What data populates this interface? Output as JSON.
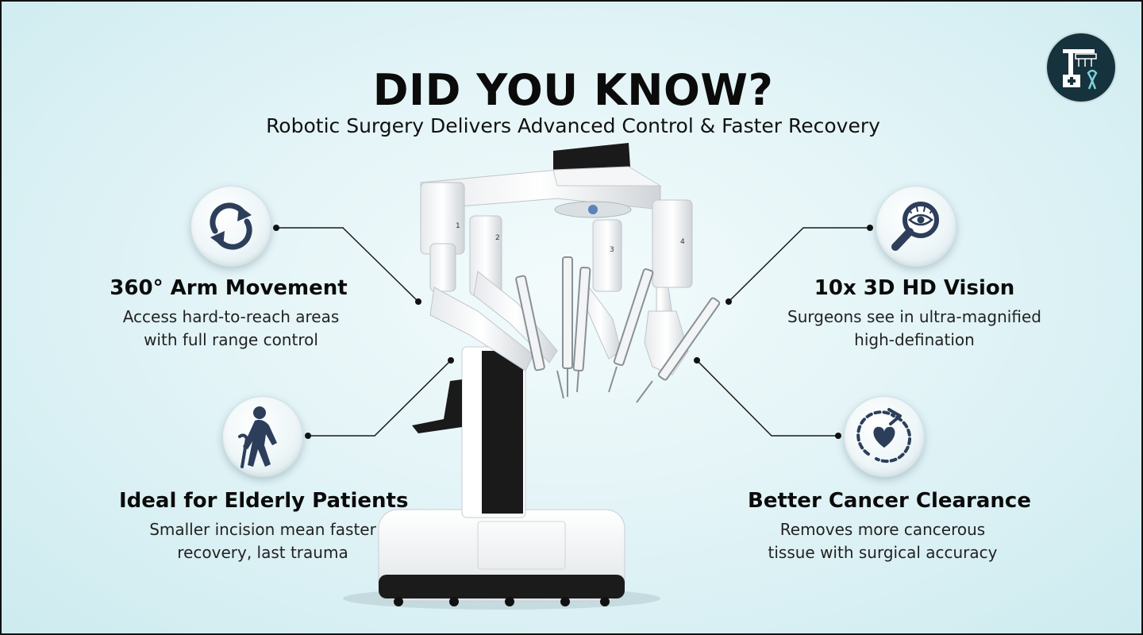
{
  "header": {
    "title": "DID YOU KNOW?",
    "subtitle": "Robotic Surgery Delivers Advanced Control & Faster Recovery"
  },
  "features": [
    {
      "icon": "rotate-arrows-icon",
      "title": "360° Arm Movement",
      "desc_line1": "Access hard-to-reach areas",
      "desc_line2": "with full range control"
    },
    {
      "icon": "elderly-person-icon",
      "title": "Ideal for Elderly Patients",
      "desc_line1": "Smaller incision mean faster",
      "desc_line2": "recovery, last trauma"
    },
    {
      "icon": "magnifier-eye-icon",
      "title": "10x 3D HD Vision",
      "desc_line1": "Surgeons see in ultra-magnified",
      "desc_line2": "high-defination"
    },
    {
      "icon": "heart-cycle-icon",
      "title": "Better Cancer Clearance",
      "desc_line1": "Removes more cancerous",
      "desc_line2": "tissue with surgical accuracy"
    }
  ],
  "colors": {
    "icon": "#2c3e5a",
    "logo_bg": "#16323c",
    "text": "#0b0b0b",
    "ribbon": "#7fd0dc"
  }
}
